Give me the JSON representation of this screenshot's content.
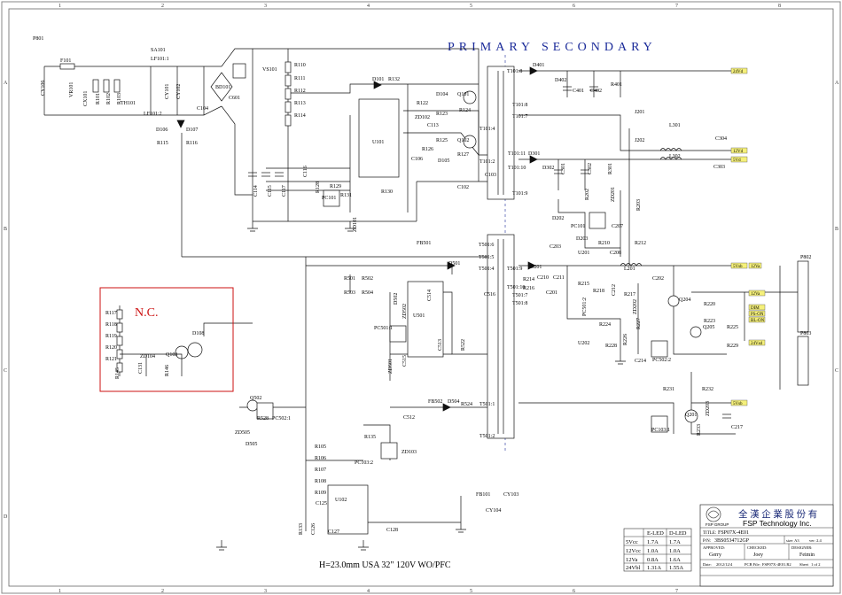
{
  "sheet": {
    "col_numbers": [
      "1",
      "2",
      "3",
      "4",
      "5",
      "6",
      "7",
      "8"
    ],
    "row_letters": [
      "A",
      "B",
      "C",
      "D"
    ],
    "banner": "PRIMARY SECONDARY",
    "footer_note": "H=23.0mm USA 32\"  120V  WO/PFC"
  },
  "labels": {
    "primary": [
      {
        "t": "P801",
        "c": "#000"
      },
      {
        "t": "F101",
        "c": "#000"
      },
      {
        "t": "SA101",
        "c": "#000"
      },
      {
        "t": "LF101:1",
        "c": "#000"
      },
      {
        "t": "LF101:2",
        "c": "#000"
      },
      {
        "t": "CY106",
        "c": "#000"
      },
      {
        "t": "CX101",
        "c": "#000"
      },
      {
        "t": "VR101",
        "c": "#000"
      },
      {
        "t": "R101",
        "c": "#000"
      },
      {
        "t": "R102",
        "c": "#000"
      },
      {
        "t": "R103",
        "c": "#000"
      },
      {
        "t": "TH101",
        "c": "#000"
      },
      {
        "t": "CY101",
        "c": "#000"
      },
      {
        "t": "CY102",
        "c": "#000"
      },
      {
        "t": "D106",
        "c": "#000"
      },
      {
        "t": "D107",
        "c": "#000"
      },
      {
        "t": "R115",
        "c": "#000"
      },
      {
        "t": "R116",
        "c": "#000"
      },
      {
        "t": "BD101",
        "c": "#000"
      },
      {
        "t": "C104",
        "c": "#000"
      },
      {
        "t": "C601",
        "c": "#000"
      },
      {
        "t": "VS101",
        "c": "#000"
      },
      {
        "t": "R110",
        "c": "#000"
      },
      {
        "t": "R111",
        "c": "#000"
      },
      {
        "t": "R112",
        "c": "#000"
      },
      {
        "t": "R113",
        "c": "#000"
      },
      {
        "t": "R114",
        "c": "#000"
      },
      {
        "t": "D101",
        "c": "#000"
      },
      {
        "t": "R132",
        "c": "#000"
      },
      {
        "t": "U101",
        "c": "#000"
      },
      {
        "t": "R122",
        "c": "#000"
      },
      {
        "t": "D104",
        "c": "#000"
      },
      {
        "t": "Q101",
        "c": "#000"
      },
      {
        "t": "ZD102",
        "c": "#000"
      },
      {
        "t": "R123",
        "c": "#000"
      },
      {
        "t": "R124",
        "c": "#000"
      },
      {
        "t": "C113",
        "c": "#000"
      },
      {
        "t": "R125",
        "c": "#000"
      },
      {
        "t": "Q102",
        "c": "#000"
      },
      {
        "t": "R126",
        "c": "#000"
      },
      {
        "t": "D105",
        "c": "#000"
      },
      {
        "t": "R127",
        "c": "#000"
      },
      {
        "t": "C106",
        "c": "#000"
      },
      {
        "t": "C102",
        "c": "#000"
      },
      {
        "t": "T101:4",
        "c": "#000"
      },
      {
        "t": "T101:2",
        "c": "#000"
      },
      {
        "t": "C103",
        "c": "#000"
      },
      {
        "t": "R128",
        "c": "#000"
      },
      {
        "t": "C116",
        "c": "#000"
      },
      {
        "t": "C114",
        "c": "#000"
      },
      {
        "t": "C115",
        "c": "#000"
      },
      {
        "t": "C117",
        "c": "#000"
      },
      {
        "t": "R129",
        "c": "#000"
      },
      {
        "t": "R130",
        "c": "#000"
      },
      {
        "t": "R131",
        "c": "#000"
      },
      {
        "t": "PC101",
        "c": "#000"
      },
      {
        "t": "ZD101",
        "c": "#000"
      },
      {
        "t": "R117",
        "c": "#000"
      },
      {
        "t": "R118",
        "c": "#000"
      },
      {
        "t": "R119",
        "c": "#000"
      },
      {
        "t": "R120",
        "c": "#000"
      },
      {
        "t": "R121",
        "c": "#000"
      },
      {
        "t": "ZD104",
        "c": "#000"
      },
      {
        "t": "Q103",
        "c": "#000"
      },
      {
        "t": "C131",
        "c": "#000"
      },
      {
        "t": "R146",
        "c": "#000"
      },
      {
        "t": "R145",
        "c": "#000"
      },
      {
        "t": "D108",
        "c": "#000"
      },
      {
        "t": "FB501",
        "c": "#000"
      },
      {
        "t": "D501",
        "c": "#000"
      },
      {
        "t": "R501",
        "c": "#000"
      },
      {
        "t": "R502",
        "c": "#000"
      },
      {
        "t": "R503",
        "c": "#000"
      },
      {
        "t": "R504",
        "c": "#000"
      },
      {
        "t": "D502",
        "c": "#000"
      },
      {
        "t": "ZD502",
        "c": "#000"
      },
      {
        "t": "C514",
        "c": "#000"
      },
      {
        "t": "U501",
        "c": "#000"
      },
      {
        "t": "PC501:1",
        "c": "#000"
      },
      {
        "t": "ZD501",
        "c": "#000"
      },
      {
        "t": "C515",
        "c": "#000"
      },
      {
        "t": "C513",
        "c": "#000"
      },
      {
        "t": "R522",
        "c": "#000"
      },
      {
        "t": "C516",
        "c": "#000"
      },
      {
        "t": "Q502",
        "c": "#000"
      },
      {
        "t": "R528",
        "c": "#000"
      },
      {
        "t": "PC502:1",
        "c": "#000"
      },
      {
        "t": "ZD505",
        "c": "#000"
      },
      {
        "t": "D505",
        "c": "#000"
      },
      {
        "t": "C512",
        "c": "#000"
      },
      {
        "t": "FB502",
        "c": "#000"
      },
      {
        "t": "D504",
        "c": "#000"
      },
      {
        "t": "R524",
        "c": "#000"
      },
      {
        "t": "R135",
        "c": "#000"
      },
      {
        "t": "ZD103",
        "c": "#000"
      },
      {
        "t": "PC103:2",
        "c": "#000"
      },
      {
        "t": "R105",
        "c": "#000"
      },
      {
        "t": "R106",
        "c": "#000"
      },
      {
        "t": "R107",
        "c": "#000"
      },
      {
        "t": "R108",
        "c": "#000"
      },
      {
        "t": "R109",
        "c": "#000"
      },
      {
        "t": "C125",
        "c": "#000"
      },
      {
        "t": "U102",
        "c": "#000"
      },
      {
        "t": "C127",
        "c": "#000"
      },
      {
        "t": "C128",
        "c": "#000"
      },
      {
        "t": "R133",
        "c": "#000"
      },
      {
        "t": "C126",
        "c": "#000"
      },
      {
        "t": "FB101",
        "c": "#000"
      },
      {
        "t": "CY103",
        "c": "#000"
      },
      {
        "t": "CY104",
        "c": "#000"
      }
    ],
    "secondary": [
      {
        "t": "T101:8",
        "c": "#000"
      },
      {
        "t": "D401",
        "c": "#000"
      },
      {
        "t": "D402",
        "c": "#000"
      },
      {
        "t": "C401",
        "c": "#000"
      },
      {
        "t": "C402",
        "c": "#000"
      },
      {
        "t": "R401",
        "c": "#000"
      },
      {
        "t": "T101:8",
        "c": "#000"
      },
      {
        "t": "T101:7",
        "c": "#000"
      },
      {
        "t": "J201",
        "c": "#000"
      },
      {
        "t": "L301",
        "c": "#000"
      },
      {
        "t": "C304",
        "c": "#000"
      },
      {
        "t": "J202",
        "c": "#000"
      },
      {
        "t": "T101:11",
        "c": "#000"
      },
      {
        "t": "T101:10",
        "c": "#000"
      },
      {
        "t": "D301",
        "c": "#000"
      },
      {
        "t": "D302",
        "c": "#000"
      },
      {
        "t": "C301",
        "c": "#000"
      },
      {
        "t": "C302",
        "c": "#000"
      },
      {
        "t": "R301",
        "c": "#000"
      },
      {
        "t": "L302",
        "c": "#000"
      },
      {
        "t": "C303",
        "c": "#000"
      },
      {
        "t": "T101:9",
        "c": "#000"
      },
      {
        "t": "D202",
        "c": "#000"
      },
      {
        "t": "R202",
        "c": "#000"
      },
      {
        "t": "ZD201",
        "c": "#000"
      },
      {
        "t": "R203",
        "c": "#000"
      },
      {
        "t": "PC101",
        "c": "#000"
      },
      {
        "t": "C207",
        "c": "#000"
      },
      {
        "t": "D203",
        "c": "#000"
      },
      {
        "t": "C203",
        "c": "#000"
      },
      {
        "t": "R210",
        "c": "#000"
      },
      {
        "t": "R212",
        "c": "#000"
      },
      {
        "t": "U201",
        "c": "#000"
      },
      {
        "t": "C208",
        "c": "#000"
      },
      {
        "t": "T501:6",
        "c": "#000"
      },
      {
        "t": "T501:5",
        "c": "#000"
      },
      {
        "t": "T501:4",
        "c": "#000"
      },
      {
        "t": "T501:9",
        "c": "#000"
      },
      {
        "t": "T501:10",
        "c": "#000"
      },
      {
        "t": "T501:7",
        "c": "#000"
      },
      {
        "t": "T501:8",
        "c": "#000"
      },
      {
        "t": "D201",
        "c": "#000"
      },
      {
        "t": "R214",
        "c": "#000"
      },
      {
        "t": "R216",
        "c": "#000"
      },
      {
        "t": "C210",
        "c": "#000"
      },
      {
        "t": "C211",
        "c": "#000"
      },
      {
        "t": "C201",
        "c": "#000"
      },
      {
        "t": "L201",
        "c": "#000"
      },
      {
        "t": "C202",
        "c": "#000"
      },
      {
        "t": "R215",
        "c": "#000"
      },
      {
        "t": "R218",
        "c": "#000"
      },
      {
        "t": "C212",
        "c": "#000"
      },
      {
        "t": "R217",
        "c": "#000"
      },
      {
        "t": "ZD202",
        "c": "#000"
      },
      {
        "t": "PC501:2",
        "c": "#000"
      },
      {
        "t": "R224",
        "c": "#000"
      },
      {
        "t": "U202",
        "c": "#000"
      },
      {
        "t": "R228",
        "c": "#000"
      },
      {
        "t": "R226",
        "c": "#000"
      },
      {
        "t": "R227",
        "c": "#000"
      },
      {
        "t": "C214",
        "c": "#000"
      },
      {
        "t": "PC502:2",
        "c": "#000"
      },
      {
        "t": "Q204",
        "c": "#000"
      },
      {
        "t": "R220",
        "c": "#000"
      },
      {
        "t": "R223",
        "c": "#000"
      },
      {
        "t": "Q205",
        "c": "#000"
      },
      {
        "t": "R225",
        "c": "#000"
      },
      {
        "t": "R229",
        "c": "#000"
      },
      {
        "t": "T501:1",
        "c": "#000"
      },
      {
        "t": "T501:2",
        "c": "#000"
      },
      {
        "t": "R231",
        "c": "#000"
      },
      {
        "t": "R232",
        "c": "#000"
      },
      {
        "t": "ZD203",
        "c": "#000"
      },
      {
        "t": "R233",
        "c": "#000"
      },
      {
        "t": "Q201",
        "c": "#000"
      },
      {
        "t": "PC103:1",
        "c": "#000"
      },
      {
        "t": "C217",
        "c": "#000"
      },
      {
        "t": "P802",
        "c": "#000"
      },
      {
        "t": "P803",
        "c": "#000"
      }
    ],
    "red_notes": [
      "N.C."
    ]
  },
  "output_tags": [
    "24Vd",
    "12Vd",
    "5Vd",
    "5Vsb",
    "12Va",
    "DIM",
    "PS-ON",
    "BL-ON",
    "24Vsd",
    "5Vsb",
    "12Va"
  ],
  "table": {
    "headers": [
      "",
      "E-LED",
      "D-LED"
    ],
    "rows": [
      [
        "5Vcc",
        "1.7A",
        "1.7A"
      ],
      [
        "12Vcc",
        "1.0A",
        "1.0A"
      ],
      [
        "12Va",
        "0.8A",
        "1.6A"
      ],
      [
        "24Vbl",
        "1.31A",
        "1.55A"
      ]
    ]
  },
  "title_block": {
    "company_cn": "全 漢 企 業 股 份 有",
    "company_en": "FSP Technology Inc.",
    "logo_text": "FSP GROUP",
    "title_label": "TITLE:",
    "title_value": "FSP07X-4E01",
    "pn_label": "P/N:",
    "pn_value": "3BS0534712GP",
    "size_label": "size: A3",
    "ver_label": "ver: 2.4",
    "approved_label": "APPROVED:",
    "approved_value": "Gerry",
    "checked_label": "CHECKED:",
    "checked_value": "Joey",
    "designer_label": "DESIGNER:",
    "designer_value": "Feimin",
    "date_label": "Date:",
    "date_value": "2012/12/4",
    "pcb_label": "PCB File:",
    "pcb_value": "FSP07X-4E01.R2",
    "sheet_label": "Sheet",
    "sheet_value": "1 of 2"
  }
}
